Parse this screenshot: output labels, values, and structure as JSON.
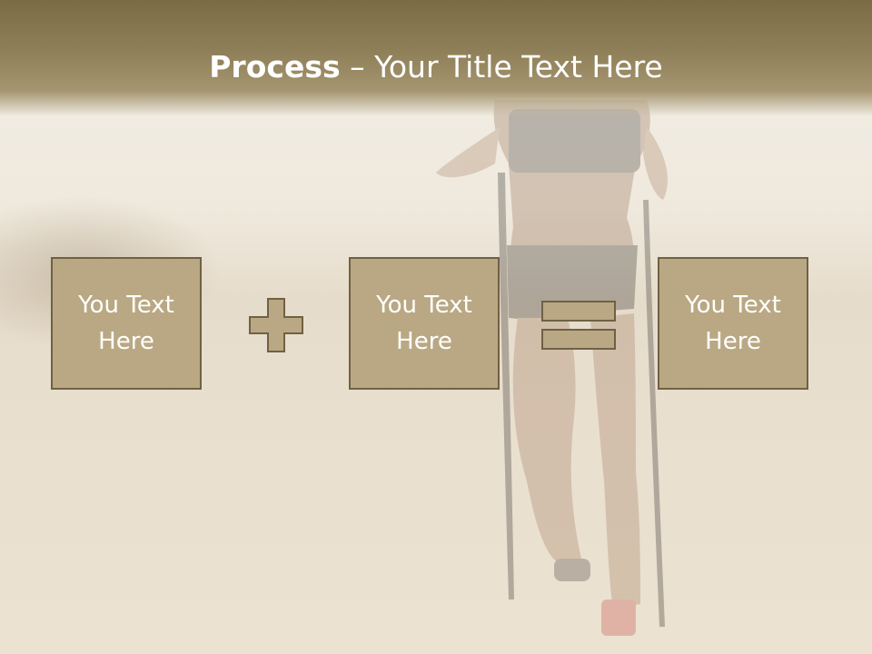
{
  "slide": {
    "title_bold": "Process",
    "title_rest": " – Your Title Text Here",
    "boxes": [
      {
        "line1": "You Text",
        "line2": "Here"
      },
      {
        "line1": "You Text",
        "line2": "Here"
      },
      {
        "line1": "You Text",
        "line2": "Here"
      }
    ],
    "operators": [
      "plus-icon",
      "equals-icon"
    ],
    "colors": {
      "title_bar": "#8e7f58",
      "box_fill": "#b9a883",
      "box_border": "#6f6143",
      "text": "#ffffff"
    }
  }
}
